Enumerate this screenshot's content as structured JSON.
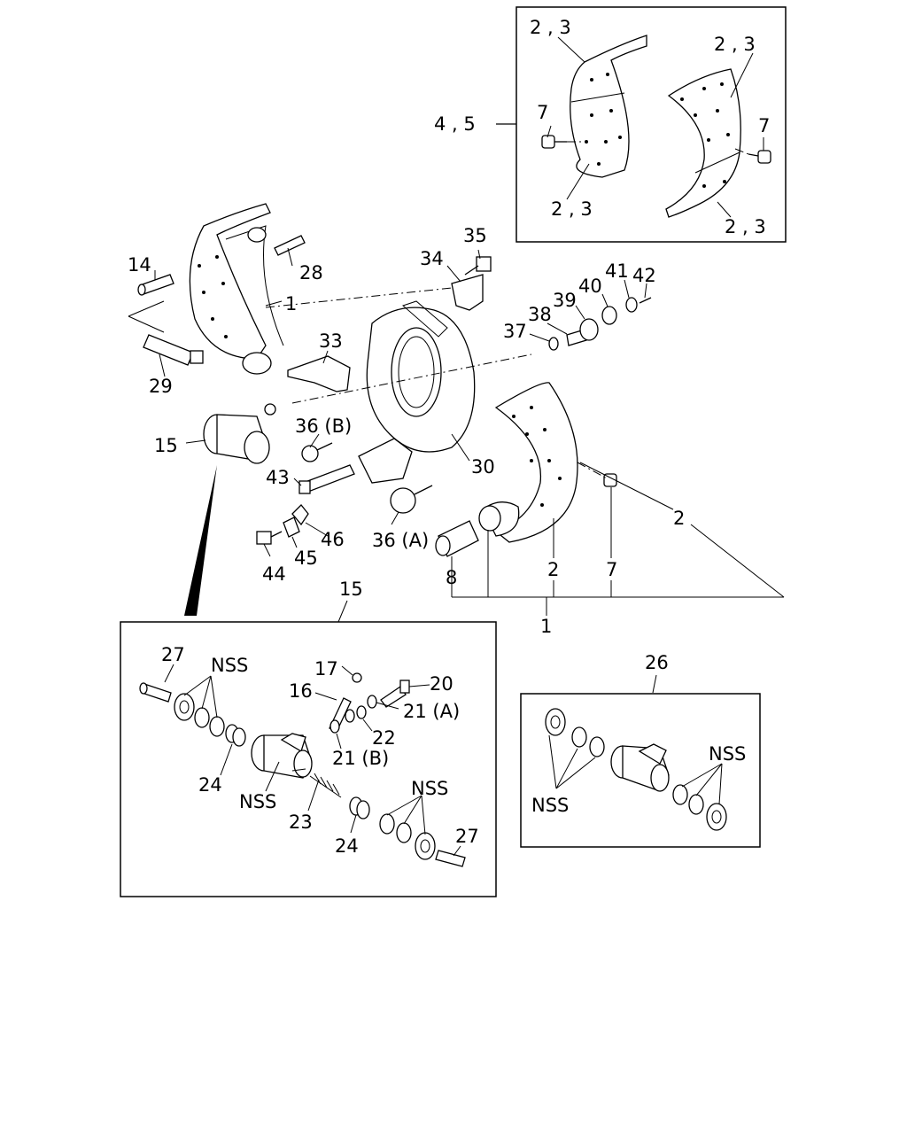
{
  "callouts": {
    "lining_2_3_tl": "2 , 3",
    "lining_2_3_tr": "2 , 3",
    "lining_2_3_bl": "2 , 3",
    "lining_2_3_br": "2 , 3",
    "rivet_7_l": "7",
    "rivet_7_r": "7",
    "lining_kit_4_5": "4 , 5",
    "pin_14": "14",
    "pin_28": "28",
    "shoe_1_upper": "1",
    "spring_29": "29",
    "plate_33": "33",
    "clip_34": "34",
    "bolt_35": "35",
    "washer_37": "37",
    "spring_38": "38",
    "bush_39": "39",
    "washer_40": "40",
    "nut_41": "41",
    "pin_42": "42",
    "cylinder_15": "15",
    "adjuster_36b": "36 (B)",
    "backplate_30": "30",
    "pin_43": "43",
    "bolt_44": "44",
    "plate_45": "45",
    "clip_46": "46",
    "adjuster_36a": "36 (A)",
    "bush_8": "8",
    "lining_2_bottom": "2",
    "rivet_7_bottom": "7",
    "lining_2_right": "2",
    "shoe_assy_1": "1",
    "cylinder_15_detail": "15",
    "pin_27_a": "27",
    "nss_a": "NSS",
    "bleeder_17": "17",
    "bleeder_16": "16",
    "bolt_20": "20",
    "washer_21a": "21 (A)",
    "union_22": "22",
    "washer_21b": "21 (B)",
    "spring_24_a": "24",
    "nss_b": "NSS",
    "spring_23": "23",
    "nss_c": "NSS",
    "spring_24_b": "24",
    "pin_27_b": "27",
    "kit_26": "26",
    "nss_d": "NSS",
    "nss_e": "NSS"
  }
}
